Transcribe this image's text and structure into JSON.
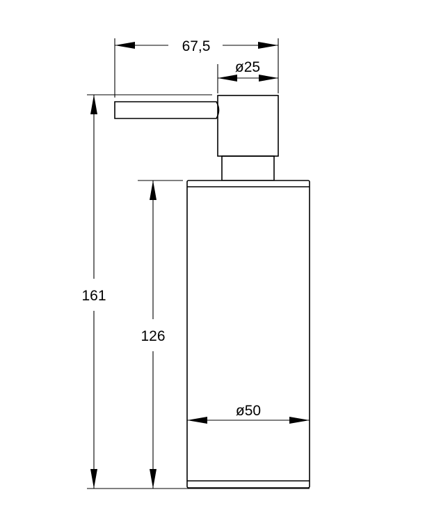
{
  "drawing": {
    "dimensions": {
      "total_width": "67,5",
      "head_diameter": "ø25",
      "total_height": "161",
      "container_height": "126",
      "container_diameter": "ø50"
    }
  }
}
